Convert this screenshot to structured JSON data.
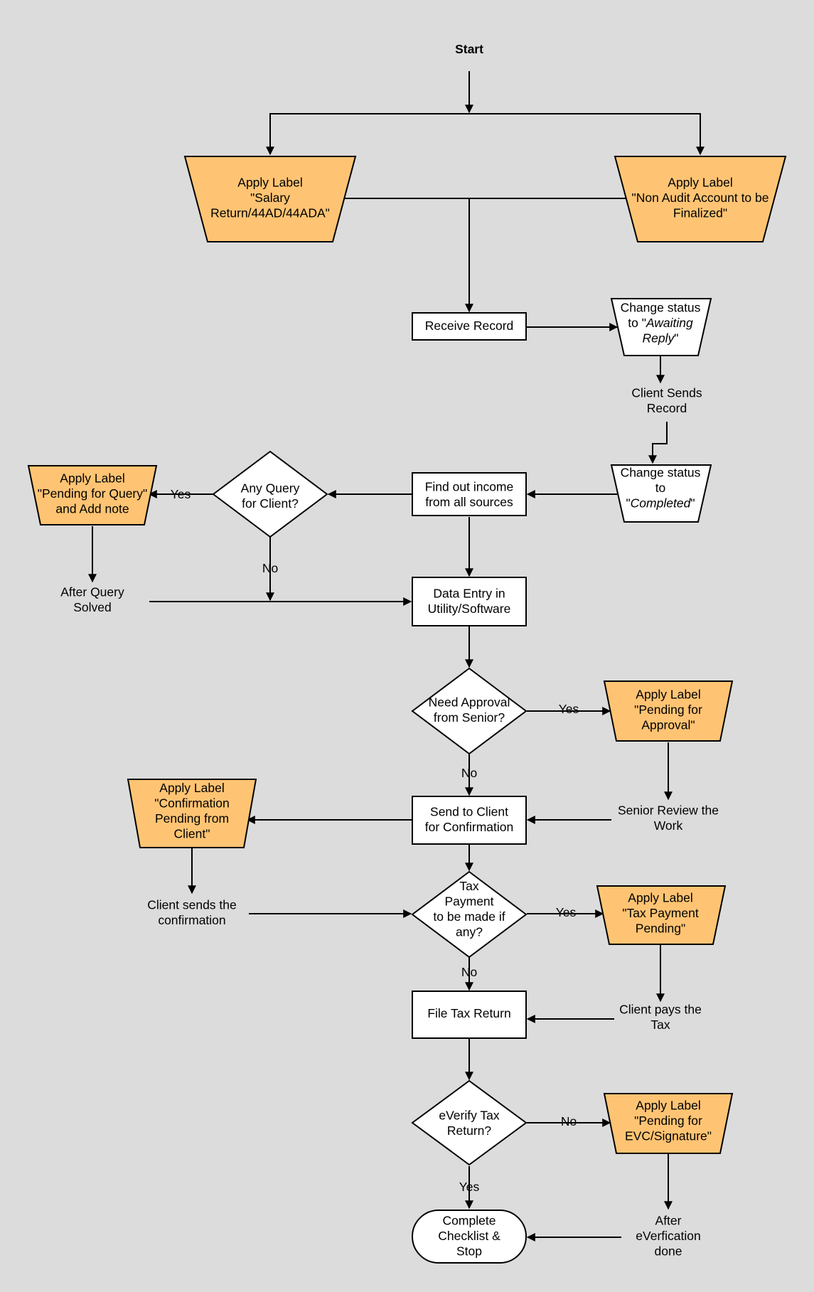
{
  "start": "Start",
  "nodes": {
    "label_salary": [
      "Apply Label",
      "\"Salary",
      "Return/44AD/44ADA\""
    ],
    "label_non_audit": [
      "Apply Label",
      "\"Non Audit Account to be",
      "Finalized\""
    ],
    "receive_record": [
      "Receive Record"
    ],
    "status_awaiting": [
      [
        {
          "t": "Change status",
          "i": false
        }
      ],
      [
        {
          "t": "to \"",
          "i": false
        },
        {
          "t": "Awaiting",
          "i": true
        }
      ],
      [
        {
          "t": "Reply",
          "i": true
        },
        {
          "t": "\"",
          "i": false
        }
      ]
    ],
    "client_sends_record": [
      "Client Sends",
      "Record"
    ],
    "status_completed": [
      [
        {
          "t": "Change status",
          "i": false
        }
      ],
      [
        {
          "t": "to",
          "i": false
        }
      ],
      [
        {
          "t": "\"",
          "i": false
        },
        {
          "t": "Completed",
          "i": true
        },
        {
          "t": "\"",
          "i": false
        }
      ]
    ],
    "find_income": [
      "Find out income",
      "from all sources"
    ],
    "any_query": [
      "Any Query",
      "for Client?"
    ],
    "label_pending_query": [
      "Apply Label",
      "\"Pending for Query\"",
      "and Add note"
    ],
    "after_query": [
      "After Query",
      "Solved"
    ],
    "data_entry": [
      "Data Entry in",
      "Utility/Software"
    ],
    "need_approval": [
      "Need Approval",
      "from Senior?"
    ],
    "label_pending_approval": [
      "Apply Label",
      "\"Pending for",
      "Approval\""
    ],
    "senior_review": [
      "Senior Review the",
      "Work"
    ],
    "send_to_client": [
      "Send to Client",
      "for Confirmation"
    ],
    "label_confirmation": [
      "Apply Label",
      "\"Confirmation",
      "Pending from",
      "Client\""
    ],
    "client_sends_confirmation": [
      "Client sends the",
      "confirmation"
    ],
    "tax_payment": [
      "Tax",
      "Payment",
      "to be made if",
      "any?"
    ],
    "label_tax_pending": [
      "Apply Label",
      "\"Tax Payment",
      "Pending\""
    ],
    "client_pays_tax": [
      "Client pays the",
      "Tax"
    ],
    "file_tax_return": [
      "File Tax Return"
    ],
    "everify": [
      "eVerify Tax",
      "Return?"
    ],
    "label_evc": [
      "Apply Label",
      "\"Pending for",
      "EVC/Signature\""
    ],
    "after_everification": [
      "After",
      "eVerfication",
      "done"
    ],
    "complete_checklist": [
      "Complete",
      "Checklist &",
      "Stop"
    ]
  },
  "edge_labels": {
    "query_yes": "Yes",
    "query_no": "No",
    "approval_yes": "Yes",
    "approval_no": "No",
    "tax_yes": "Yes",
    "tax_no": "No",
    "everify_no": "No",
    "everify_yes": "Yes"
  },
  "colors": {
    "background": "#dcdcdc",
    "label_fill": "#ffc473",
    "box_fill": "#ffffff",
    "stroke": "#000000"
  }
}
